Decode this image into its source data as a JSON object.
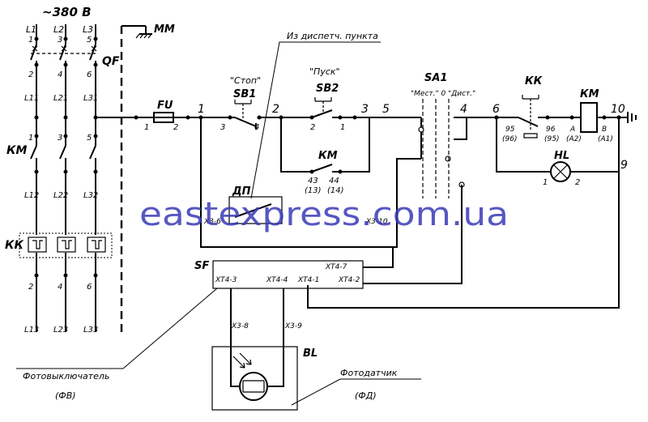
{
  "watermark": "eastexpress.com.ua",
  "supply": {
    "voltage": "~380 В",
    "phases": [
      "L1",
      "L2",
      "L3"
    ]
  },
  "breaker": {
    "label": "QF",
    "terminals": [
      "1",
      "3",
      "5",
      "2",
      "4",
      "6"
    ],
    "outs": [
      "L11",
      "L21",
      "L31"
    ]
  },
  "contactor_power": {
    "label": "КМ",
    "terminals": [
      "1",
      "3",
      "5"
    ],
    "outs": [
      "L12",
      "L22",
      "L32"
    ]
  },
  "thermal_relay": {
    "label": "КК",
    "terminals": [
      "2",
      "4",
      "6"
    ],
    "outs": [
      "L13",
      "L23",
      "L33"
    ]
  },
  "motor_mech": {
    "label": "ММ"
  },
  "fuse": {
    "label": "FU",
    "t1": "1",
    "t2": "2"
  },
  "remote_note": "Из диспетч. пункта",
  "sb1": {
    "caption": "\"Стоп\"",
    "label": "SB1",
    "t1": "3",
    "t2": "4"
  },
  "sb2": {
    "caption": "\"Пуск\"",
    "label": "SB2",
    "t1": "2",
    "t2": "1"
  },
  "km_aux": {
    "label": "КМ",
    "t1": "43",
    "t1b": "(13)",
    "t2": "44",
    "t2b": "(14)"
  },
  "nodes": [
    "1",
    "2",
    "3",
    "5",
    "4",
    "6",
    "10",
    "9"
  ],
  "sa1": {
    "label": "SA1",
    "modes": "\"Мест.\" 0 \"Дист.\""
  },
  "kk_contact": {
    "label": "КК",
    "t1": "95",
    "t1b": "(96)",
    "t2": "96",
    "t2b": "(95)"
  },
  "km_coil": {
    "label": "КМ",
    "a": "A",
    "ab": "(A2)",
    "b": "B",
    "bb": "(A1)"
  },
  "hl": {
    "label": "HL",
    "t1": "1",
    "t2": "2"
  },
  "dp": {
    "label": "ДП",
    "left": "X3-6",
    "right": "X3-10"
  },
  "sf": {
    "label": "SF",
    "t1": "XT4-3",
    "t2": "XT4-4",
    "t3": "XT4-1",
    "t4": "XT4-2",
    "t5": "XT4-7"
  },
  "bl": {
    "label": "BL",
    "left": "X3-8",
    "right": "X3-9"
  },
  "photo_switch": {
    "name": "Фотовыключатель",
    "abbr": "(ФВ)"
  },
  "photo_sensor": {
    "name": "Фотодатчик",
    "abbr": "(ФД)"
  }
}
